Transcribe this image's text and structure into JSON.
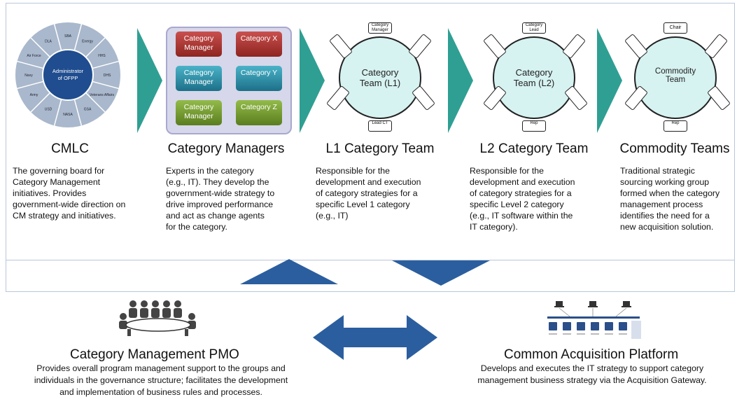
{
  "stages": [
    {
      "title": "CMLC",
      "desc": [
        "The governing board for",
        "Category Management",
        "initiatives.  Provides",
        "government-wide direction on",
        "CM strategy and initiatives."
      ]
    },
    {
      "title": "Category Managers",
      "desc": [
        "Experts in the category",
        "(e.g., IT).  They develop the",
        "government-wide strategy to",
        "drive improved performance",
        "and act as change agents",
        "for the category."
      ]
    },
    {
      "title": "L1 Category Team",
      "desc": [
        "Responsible for the",
        "development and execution",
        "of category strategies for a",
        "specific Level 1 category",
        "(e.g., IT)"
      ]
    },
    {
      "title": "L2 Category Team",
      "desc": [
        "Responsible for the",
        "development and execution",
        "of category strategies for a",
        "specific Level 2 category",
        "(e.g., IT software within the",
        "IT category)."
      ]
    },
    {
      "title": "Commodity Teams",
      "desc": [
        "Traditional strategic",
        "sourcing working group",
        "formed when the category",
        "management process",
        "identifies the need for a",
        "new acquisition solution."
      ]
    }
  ],
  "cmlc_wheel": {
    "center": [
      "Administrator",
      "of OFPP"
    ],
    "segments": [
      "SBA",
      "Energy",
      "HHS",
      "DHS",
      "Veterans Affairs",
      "GSA",
      "NASA",
      "USD",
      "Army",
      "Navy",
      "Air Force",
      "DLA"
    ]
  },
  "category_managers": [
    {
      "label": "Category Manager",
      "color": "red"
    },
    {
      "label": "Category X",
      "color": "red"
    },
    {
      "label": "Category Manager",
      "color": "teal"
    },
    {
      "label": "Category Y",
      "color": "teal"
    },
    {
      "label": "Category Manager",
      "color": "green"
    },
    {
      "label": "Category Z",
      "color": "green"
    }
  ],
  "l1_team": {
    "center": "Category Team (L1)",
    "top_seat": "Category Manager",
    "bottom_seat": "Lead CT"
  },
  "l2_team": {
    "center": "Category Team (L2)",
    "top_seat": "Category Lead",
    "bottom_seat": "Rep"
  },
  "commodity_team": {
    "center": "Commodity Team",
    "top_seat": "Chair",
    "bottom_seat": "Rep"
  },
  "pmo": {
    "title": "Category Management PMO",
    "desc": [
      "Provides overall program management support to the groups and",
      "individuals in the governance structure; facilitates the development",
      "and implementation of business rules and processes."
    ]
  },
  "cap": {
    "title": "Common  Acquisition  Platform",
    "desc": [
      "Develops and executes the IT strategy to support category",
      "management business strategy via the Acquisition Gateway."
    ]
  },
  "colors": {
    "teal_arrow": "#2f9f93",
    "blue_arrow": "#2b5e9e",
    "wheel_outer": "#a9b8cc",
    "wheel_center": "#1f4d8f"
  }
}
